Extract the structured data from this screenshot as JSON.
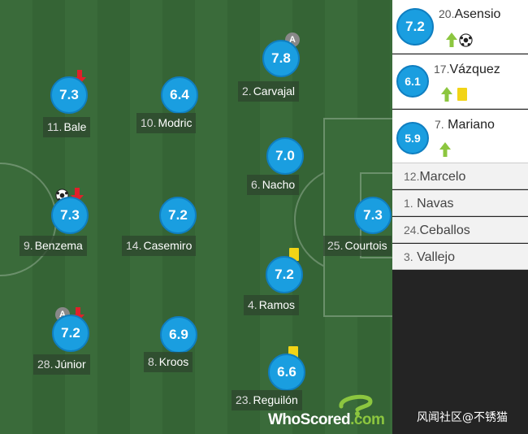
{
  "players": [
    {
      "num": "11.",
      "name": "Bale",
      "rating": "7.3",
      "icons": [
        "sub-off-icon"
      ]
    },
    {
      "num": "10.",
      "name": "Modric",
      "rating": "6.4",
      "icons": []
    },
    {
      "num": "2.",
      "name": "Carvajal",
      "rating": "7.8",
      "icons": [
        "assist-icon"
      ]
    },
    {
      "num": "6.",
      "name": "Nacho",
      "rating": "7.0",
      "icons": []
    },
    {
      "num": "9.",
      "name": "Benzema",
      "rating": "7.3",
      "icons": [
        "goal-icon",
        "sub-off-icon"
      ]
    },
    {
      "num": "14.",
      "name": "Casemiro",
      "rating": "7.2",
      "icons": []
    },
    {
      "num": "25.",
      "name": "Courtois",
      "rating": "7.3",
      "icons": []
    },
    {
      "num": "4.",
      "name": "Ramos",
      "rating": "7.2",
      "icons": [
        "yellow-card-icon"
      ]
    },
    {
      "num": "28.",
      "name": "Júnior",
      "rating": "7.2",
      "icons": [
        "assist-icon",
        "sub-off-icon"
      ]
    },
    {
      "num": "8.",
      "name": "Kroos",
      "rating": "6.9",
      "icons": []
    },
    {
      "num": "23.",
      "name": "Reguilón",
      "rating": "6.6",
      "icons": [
        "yellow-card-icon"
      ]
    }
  ],
  "subs": [
    {
      "num": "20.",
      "name": "Asensio",
      "rating": "7.2",
      "icons": [
        "sub-on-icon",
        "goal-icon"
      ]
    },
    {
      "num": "17.",
      "name": "Vázquez",
      "rating": "6.1",
      "icons": [
        "sub-on-icon",
        "yellow-card-icon"
      ]
    },
    {
      "num": "7.",
      "name": "Mariano",
      "rating": "5.9",
      "icons": [
        "sub-on-icon"
      ]
    }
  ],
  "bench": [
    {
      "num": "12.",
      "name": "Marcelo"
    },
    {
      "num": "1.",
      "name": "Navas"
    },
    {
      "num": "24.",
      "name": "Ceballos"
    },
    {
      "num": "3.",
      "name": "Vallejo"
    }
  ],
  "logo": {
    "part1": "WhoScored",
    "part2": ".com"
  },
  "watermark": "风闻社区@不锈猫",
  "colors": {
    "rating_bg": "#1a9ee0",
    "pitch": "#3a6b3a",
    "yellow_card": "#f2d416",
    "sub_on": "#8cc63f",
    "sub_off": "#e0202a"
  }
}
